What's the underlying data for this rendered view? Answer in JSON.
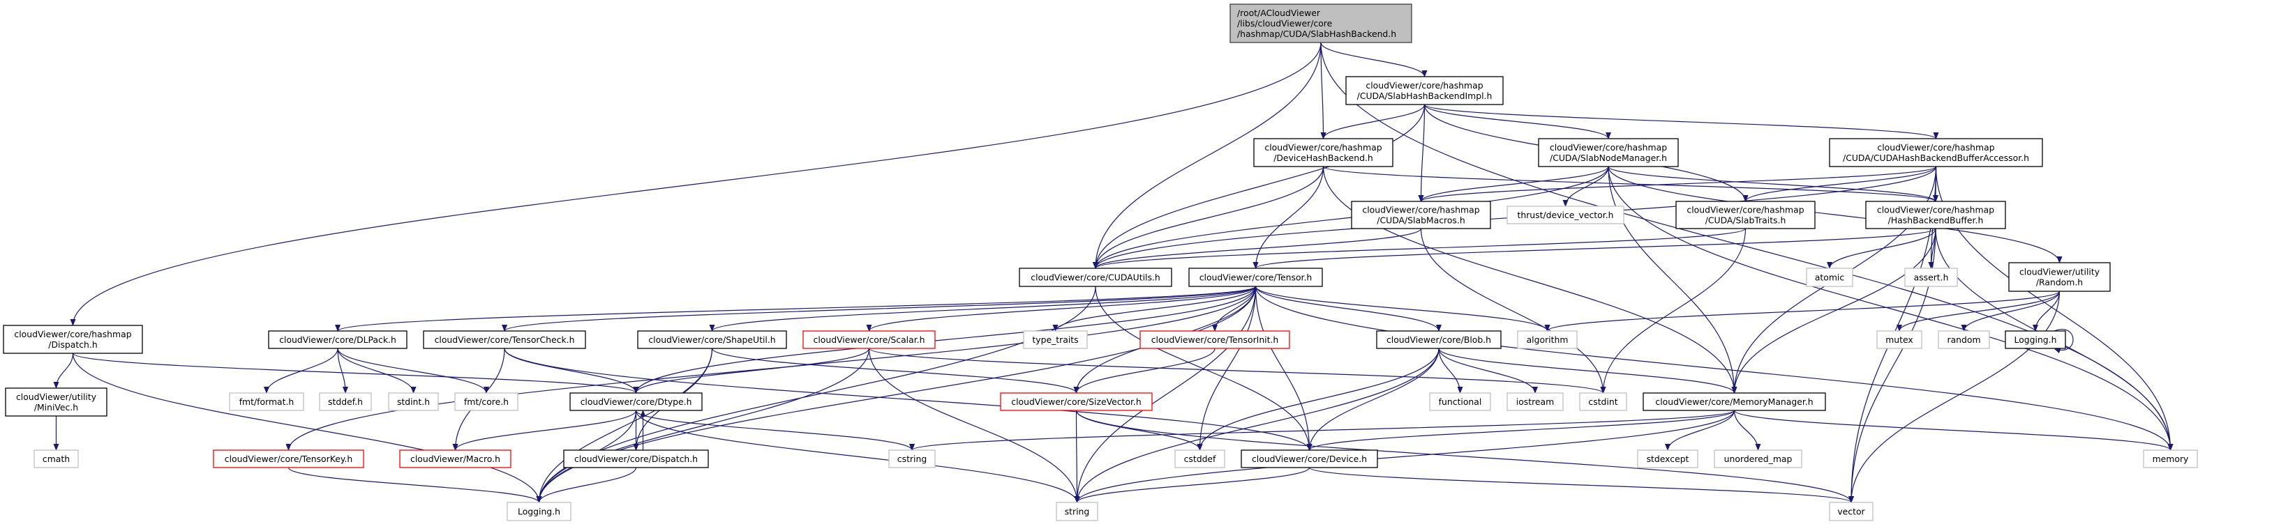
{
  "colors": {
    "edge": "#191970",
    "main_fill": "#bfbfbf",
    "normal_border": "#000000",
    "external_border": "#bfbfbf",
    "incomplete_border": "#ff0000"
  },
  "nodes": [
    {
      "id": "main",
      "lines": [
        "/root/ACloudViewer",
        "/libs/cloudViewer/core",
        "/hashmap/CUDA/SlabHashBackend.h"
      ],
      "kind": "main",
      "align": "left"
    },
    {
      "id": "impl",
      "lines": [
        "cloudViewer/core/hashmap",
        "/CUDA/SlabHashBackendImpl.h"
      ],
      "kind": "normal"
    },
    {
      "id": "devhash",
      "lines": [
        "cloudViewer/core/hashmap",
        "/DeviceHashBackend.h"
      ],
      "kind": "normal"
    },
    {
      "id": "nodemgr",
      "lines": [
        "cloudViewer/core/hashmap",
        "/CUDA/SlabNodeManager.h"
      ],
      "kind": "normal"
    },
    {
      "id": "accessor",
      "lines": [
        "cloudViewer/core/hashmap",
        "/CUDA/CUDAHashBackendBufferAccessor.h"
      ],
      "kind": "normal"
    },
    {
      "id": "macros",
      "lines": [
        "cloudViewer/core/hashmap",
        "/CUDA/SlabMacros.h"
      ],
      "kind": "normal"
    },
    {
      "id": "thrust",
      "lines": [
        "thrust/device_vector.h"
      ],
      "kind": "external"
    },
    {
      "id": "traits",
      "lines": [
        "cloudViewer/core/hashmap",
        "/CUDA/SlabTraits.h"
      ],
      "kind": "normal"
    },
    {
      "id": "hbb",
      "lines": [
        "cloudViewer/core/hashmap",
        "/HashBackendBuffer.h"
      ],
      "kind": "normal"
    },
    {
      "id": "cudautils",
      "lines": [
        "cloudViewer/core/CUDAUtils.h"
      ],
      "kind": "normal"
    },
    {
      "id": "tensor",
      "lines": [
        "cloudViewer/core/Tensor.h"
      ],
      "kind": "normal"
    },
    {
      "id": "atomic",
      "lines": [
        "atomic"
      ],
      "kind": "external"
    },
    {
      "id": "assert",
      "lines": [
        "assert.h"
      ],
      "kind": "external"
    },
    {
      "id": "random_h",
      "lines": [
        "cloudViewer/utility",
        "/Random.h"
      ],
      "kind": "normal"
    },
    {
      "id": "hdispatch",
      "lines": [
        "cloudViewer/core/hashmap",
        "/Dispatch.h"
      ],
      "kind": "normal"
    },
    {
      "id": "dlpack",
      "lines": [
        "cloudViewer/core/DLPack.h"
      ],
      "kind": "normal"
    },
    {
      "id": "tensorcheck",
      "lines": [
        "cloudViewer/core/TensorCheck.h"
      ],
      "kind": "normal"
    },
    {
      "id": "shapeutil",
      "lines": [
        "cloudViewer/core/ShapeUtil.h"
      ],
      "kind": "normal"
    },
    {
      "id": "scalar",
      "lines": [
        "cloudViewer/core/Scalar.h"
      ],
      "kind": "red"
    },
    {
      "id": "type_traits",
      "lines": [
        "type_traits"
      ],
      "kind": "external"
    },
    {
      "id": "tensorinit",
      "lines": [
        "cloudViewer/core/TensorInit.h"
      ],
      "kind": "red"
    },
    {
      "id": "blob",
      "lines": [
        "cloudViewer/core/Blob.h"
      ],
      "kind": "normal"
    },
    {
      "id": "algorithm",
      "lines": [
        "algorithm"
      ],
      "kind": "external"
    },
    {
      "id": "mutex",
      "lines": [
        "mutex"
      ],
      "kind": "external"
    },
    {
      "id": "random",
      "lines": [
        "random"
      ],
      "kind": "external"
    },
    {
      "id": "ulogging",
      "lines": [
        "Logging.h"
      ],
      "kind": "normal"
    },
    {
      "id": "minivec",
      "lines": [
        "cloudViewer/utility",
        "/MiniVec.h"
      ],
      "kind": "normal"
    },
    {
      "id": "fmtformat",
      "lines": [
        "fmt/format.h"
      ],
      "kind": "external"
    },
    {
      "id": "stddef",
      "lines": [
        "stddef.h"
      ],
      "kind": "external"
    },
    {
      "id": "stdint",
      "lines": [
        "stdint.h"
      ],
      "kind": "external"
    },
    {
      "id": "fmtcore",
      "lines": [
        "fmt/core.h"
      ],
      "kind": "external"
    },
    {
      "id": "dtype",
      "lines": [
        "cloudViewer/core/Dtype.h"
      ],
      "kind": "normal"
    },
    {
      "id": "sizevector",
      "lines": [
        "cloudViewer/core/SizeVector.h"
      ],
      "kind": "red"
    },
    {
      "id": "functional",
      "lines": [
        "functional"
      ],
      "kind": "external"
    },
    {
      "id": "iostream",
      "lines": [
        "iostream"
      ],
      "kind": "external"
    },
    {
      "id": "cstdint",
      "lines": [
        "cstdint"
      ],
      "kind": "external"
    },
    {
      "id": "memmgr",
      "lines": [
        "cloudViewer/core/MemoryManager.h"
      ],
      "kind": "normal"
    },
    {
      "id": "cmath",
      "lines": [
        "cmath"
      ],
      "kind": "external"
    },
    {
      "id": "tensorkey",
      "lines": [
        "cloudViewer/core/TensorKey.h"
      ],
      "kind": "red"
    },
    {
      "id": "macro",
      "lines": [
        "cloudViewer/Macro.h"
      ],
      "kind": "red"
    },
    {
      "id": "cdispatch",
      "lines": [
        "cloudViewer/core/Dispatch.h"
      ],
      "kind": "normal"
    },
    {
      "id": "cstring",
      "lines": [
        "cstring"
      ],
      "kind": "external"
    },
    {
      "id": "cstddef",
      "lines": [
        "cstddef"
      ],
      "kind": "external"
    },
    {
      "id": "device",
      "lines": [
        "cloudViewer/core/Device.h"
      ],
      "kind": "normal"
    },
    {
      "id": "stdexcept",
      "lines": [
        "stdexcept"
      ],
      "kind": "external"
    },
    {
      "id": "unordered_map",
      "lines": [
        "unordered_map"
      ],
      "kind": "external"
    },
    {
      "id": "memory",
      "lines": [
        "memory"
      ],
      "kind": "external"
    },
    {
      "id": "logging",
      "lines": [
        "Logging.h"
      ],
      "kind": "external"
    },
    {
      "id": "string",
      "lines": [
        "string"
      ],
      "kind": "external"
    },
    {
      "id": "vector",
      "lines": [
        "vector"
      ],
      "kind": "external"
    }
  ],
  "edges": [
    [
      "main",
      "hdispatch"
    ],
    [
      "main",
      "cudautils"
    ],
    [
      "main",
      "devhash"
    ],
    [
      "main",
      "impl"
    ],
    [
      "main",
      "memory"
    ],
    [
      "impl",
      "devhash"
    ],
    [
      "impl",
      "cudautils"
    ],
    [
      "impl",
      "macros"
    ],
    [
      "impl",
      "nodemgr"
    ],
    [
      "impl",
      "traits"
    ],
    [
      "impl",
      "accessor"
    ],
    [
      "devhash",
      "cudautils"
    ],
    [
      "devhash",
      "tensor"
    ],
    [
      "devhash",
      "hbb"
    ],
    [
      "devhash",
      "memmgr"
    ],
    [
      "nodemgr",
      "cudautils"
    ],
    [
      "nodemgr",
      "macros"
    ],
    [
      "nodemgr",
      "thrust"
    ],
    [
      "nodemgr",
      "memmgr"
    ],
    [
      "nodemgr",
      "hbb"
    ],
    [
      "nodemgr",
      "random_h"
    ],
    [
      "nodemgr",
      "memory"
    ],
    [
      "accessor",
      "macros"
    ],
    [
      "accessor",
      "traits"
    ],
    [
      "accessor",
      "hbb"
    ],
    [
      "accessor",
      "cudautils"
    ],
    [
      "accessor",
      "assert"
    ],
    [
      "accessor",
      "memory"
    ],
    [
      "accessor",
      "vector"
    ],
    [
      "accessor",
      "memmgr"
    ],
    [
      "macros",
      "cudautils"
    ],
    [
      "macros",
      "cstdint"
    ],
    [
      "traits",
      "cudautils"
    ],
    [
      "traits",
      "cstdint"
    ],
    [
      "hbb",
      "tensor"
    ],
    [
      "hbb",
      "atomic"
    ],
    [
      "hbb",
      "assert"
    ],
    [
      "hbb",
      "vector"
    ],
    [
      "hbb",
      "memory"
    ],
    [
      "hbb",
      "memmgr"
    ],
    [
      "cudautils",
      "logging"
    ],
    [
      "cudautils",
      "device"
    ],
    [
      "tensor",
      "dlpack"
    ],
    [
      "tensor",
      "tensorcheck"
    ],
    [
      "tensor",
      "shapeutil"
    ],
    [
      "tensor",
      "scalar"
    ],
    [
      "tensor",
      "type_traits"
    ],
    [
      "tensor",
      "tensorinit"
    ],
    [
      "tensor",
      "blob"
    ],
    [
      "tensor",
      "algorithm"
    ],
    [
      "tensor",
      "dtype"
    ],
    [
      "tensor",
      "sizevector"
    ],
    [
      "tensor",
      "tensorkey"
    ],
    [
      "tensor",
      "device"
    ],
    [
      "tensor",
      "cstddef"
    ],
    [
      "tensor",
      "string"
    ],
    [
      "tensor",
      "memory"
    ],
    [
      "tensor",
      "logging"
    ],
    [
      "hdispatch",
      "minivec"
    ],
    [
      "hdispatch",
      "dtype"
    ],
    [
      "hdispatch",
      "logging"
    ],
    [
      "minivec",
      "cmath"
    ],
    [
      "dlpack",
      "fmtformat"
    ],
    [
      "dlpack",
      "stddef"
    ],
    [
      "dlpack",
      "stdint"
    ],
    [
      "dlpack",
      "fmtcore"
    ],
    [
      "tensorcheck",
      "macro"
    ],
    [
      "tensorcheck",
      "dtype"
    ],
    [
      "tensorcheck",
      "device"
    ],
    [
      "shapeutil",
      "cdispatch"
    ],
    [
      "shapeutil",
      "logging"
    ],
    [
      "shapeutil",
      "sizevector"
    ],
    [
      "scalar",
      "dtype"
    ],
    [
      "scalar",
      "string"
    ],
    [
      "scalar",
      "logging"
    ],
    [
      "scalar",
      "cstdint"
    ],
    [
      "tensorinit",
      "sizevector"
    ],
    [
      "blob",
      "functional"
    ],
    [
      "blob",
      "iostream"
    ],
    [
      "blob",
      "cstddef"
    ],
    [
      "blob",
      "device"
    ],
    [
      "blob",
      "string"
    ],
    [
      "blob",
      "memmgr"
    ],
    [
      "sizevector",
      "cstddef"
    ],
    [
      "sizevector",
      "string"
    ],
    [
      "sizevector",
      "vector"
    ],
    [
      "dtype",
      "cdispatch"
    ],
    [
      "dtype",
      "macro"
    ],
    [
      "dtype",
      "logging"
    ],
    [
      "dtype",
      "string"
    ],
    [
      "dtype",
      "cstring"
    ],
    [
      "cdispatch",
      "dtype"
    ],
    [
      "cdispatch",
      "logging"
    ],
    [
      "tensorkey",
      "logging"
    ],
    [
      "memmgr",
      "cstring"
    ],
    [
      "memmgr",
      "device"
    ],
    [
      "memmgr",
      "stdexcept"
    ],
    [
      "memmgr",
      "unordered_map"
    ],
    [
      "memmgr",
      "memory"
    ],
    [
      "memmgr",
      "string"
    ],
    [
      "device",
      "string"
    ],
    [
      "device",
      "vector"
    ],
    [
      "random_h",
      "algorithm"
    ],
    [
      "random_h",
      "mutex"
    ],
    [
      "random_h",
      "random"
    ],
    [
      "random_h",
      "ulogging"
    ],
    [
      "random_h",
      "vector"
    ],
    [
      "ulogging",
      "ulogging"
    ]
  ]
}
